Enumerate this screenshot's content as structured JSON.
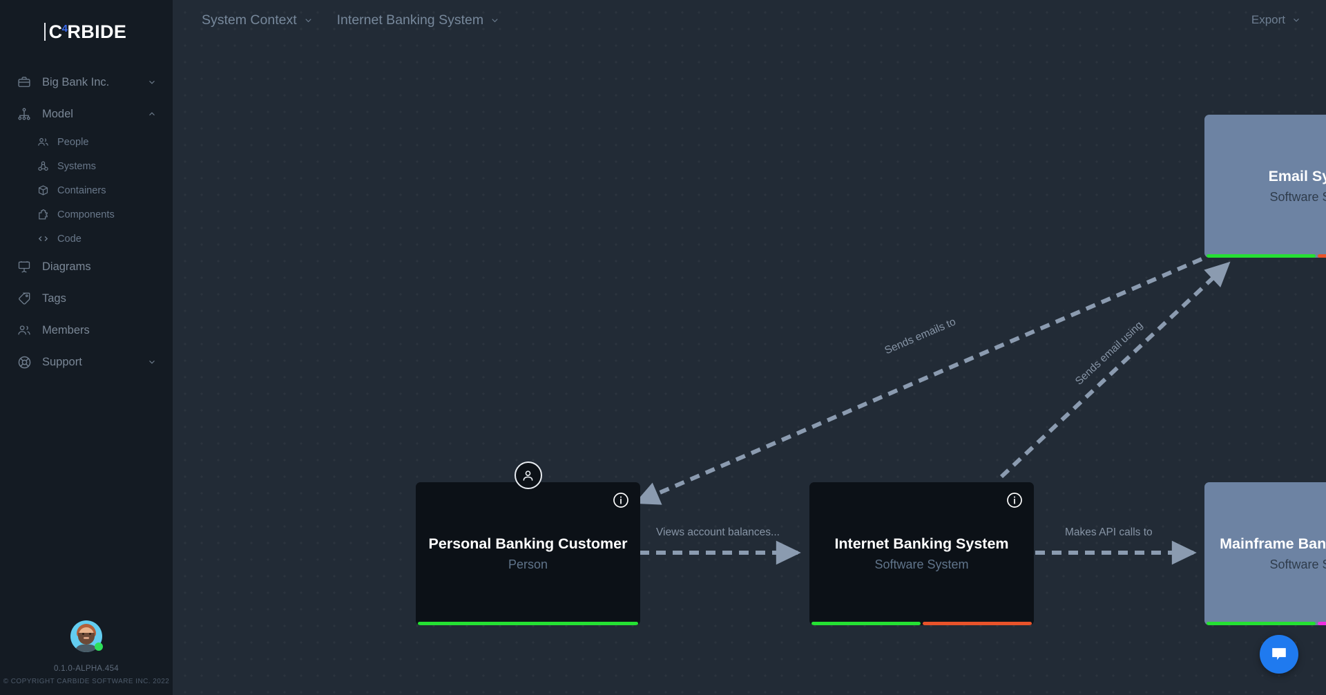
{
  "app": {
    "logo_pre": "C",
    "logo_sup": "4",
    "logo_post": "RBIDE",
    "version": "0.1.0-ALPHA.454",
    "copyright": "© COPYRIGHT CARBIDE SOFTWARE INC. 2022"
  },
  "sidebar": {
    "workspace": {
      "label": "Big Bank Inc.",
      "icon": "briefcase-icon",
      "chevron": "chevron-down-icon"
    },
    "model": {
      "label": "Model",
      "icon": "hierarchy-icon",
      "chevron": "chevron-up-icon"
    },
    "model_children": [
      {
        "label": "People",
        "icon": "people-icon"
      },
      {
        "label": "Systems",
        "icon": "systems-icon"
      },
      {
        "label": "Containers",
        "icon": "container-icon"
      },
      {
        "label": "Components",
        "icon": "components-icon"
      },
      {
        "label": "Code",
        "icon": "code-icon"
      }
    ],
    "items": [
      {
        "label": "Diagrams",
        "icon": "diagrams-icon"
      },
      {
        "label": "Tags",
        "icon": "tag-icon"
      },
      {
        "label": "Members",
        "icon": "members-icon"
      }
    ],
    "support": {
      "label": "Support",
      "icon": "lifebuoy-icon",
      "chevron": "chevron-down-icon"
    }
  },
  "topbar": {
    "breadcrumbs": [
      {
        "label": "System Context",
        "chevron": "chevron-down-icon"
      },
      {
        "label": "Internet Banking System",
        "chevron": "chevron-down-icon"
      }
    ],
    "export": {
      "label": "Export",
      "chevron": "chevron-down-icon"
    }
  },
  "diagram": {
    "type": "c4-system-context",
    "nodes": [
      {
        "id": "email-system",
        "title": "Email System",
        "subtitle": "Software System",
        "style": "blue",
        "has_info_icon": true,
        "has_person_badge": false,
        "tags": [
          "#25e033",
          "#e8532a"
        ]
      },
      {
        "id": "personal-banking-customer",
        "title": "Personal Banking Customer",
        "subtitle": "Person",
        "style": "dark",
        "has_info_icon": true,
        "has_person_badge": true,
        "tags": [
          "#25e033"
        ]
      },
      {
        "id": "internet-banking-system",
        "title": "Internet Banking System",
        "subtitle": "Software System",
        "style": "dark",
        "has_info_icon": true,
        "has_person_badge": false,
        "tags": [
          "#25e033",
          "#e8532a"
        ]
      },
      {
        "id": "mainframe-banking-system",
        "title": "Mainframe Banking System",
        "subtitle": "Software System",
        "style": "blue",
        "has_info_icon": false,
        "has_person_badge": false,
        "tags": [
          "#25e033",
          "#ee2ee0"
        ]
      }
    ],
    "edges": [
      {
        "id": "views-account-balances",
        "label": "Views account balances...",
        "from": "personal-banking-customer",
        "to": "internet-banking-system"
      },
      {
        "id": "makes-api-calls-to",
        "label": "Makes API calls to",
        "from": "internet-banking-system",
        "to": "mainframe-banking-system"
      },
      {
        "id": "sends-emails-to",
        "label": "Sends emails to",
        "from": "email-system",
        "to": "personal-banking-customer"
      },
      {
        "id": "sends-email-using",
        "label": "Sends email using",
        "from": "internet-banking-system",
        "to": "email-system"
      }
    ],
    "edge_color": "#8b9bb0"
  },
  "chat": {
    "icon": "chat-bubble-icon",
    "color": "#1f7aef"
  }
}
